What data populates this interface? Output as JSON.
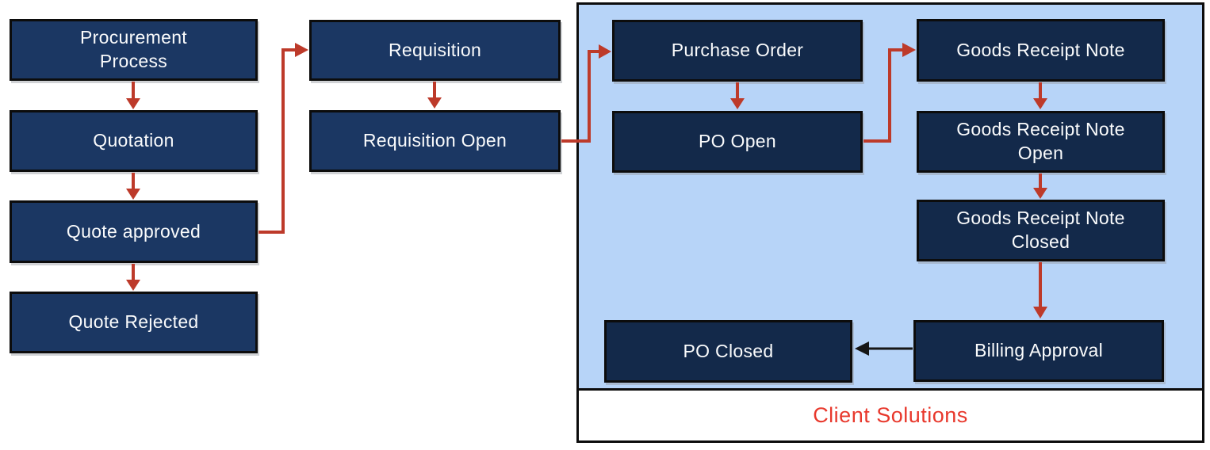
{
  "diagram": {
    "nodes": {
      "procurement_process": {
        "label": "Procurement Process"
      },
      "quotation": {
        "label": "Quotation"
      },
      "quote_approved": {
        "label": "Quote approved"
      },
      "quote_rejected": {
        "label": "Quote Rejected"
      },
      "requisition": {
        "label": "Requisition"
      },
      "requisition_open": {
        "label": "Requisition Open"
      },
      "purchase_order": {
        "label": "Purchase Order"
      },
      "po_open": {
        "label": "PO Open"
      },
      "goods_receipt_note": {
        "label": "Goods Receipt Note"
      },
      "goods_receipt_note_open": {
        "label": "Goods Receipt Note Open"
      },
      "goods_receipt_note_closed": {
        "label": "Goods Receipt Note Closed"
      },
      "po_closed": {
        "label": "PO Closed"
      },
      "billing_approval": {
        "label": "Billing Approval"
      }
    },
    "cluster": {
      "label": "Client Solutions"
    },
    "connections": [
      {
        "from": "procurement_process",
        "to": "quotation",
        "color": "red"
      },
      {
        "from": "quotation",
        "to": "quote_approved",
        "color": "red"
      },
      {
        "from": "quote_approved",
        "to": "quote_rejected",
        "color": "red"
      },
      {
        "from": "quote_approved",
        "to": "requisition",
        "color": "red"
      },
      {
        "from": "requisition",
        "to": "requisition_open",
        "color": "red"
      },
      {
        "from": "requisition_open",
        "to": "purchase_order",
        "color": "red"
      },
      {
        "from": "purchase_order",
        "to": "po_open",
        "color": "red"
      },
      {
        "from": "po_open",
        "to": "goods_receipt_note",
        "color": "red"
      },
      {
        "from": "goods_receipt_note",
        "to": "goods_receipt_note_open",
        "color": "red"
      },
      {
        "from": "goods_receipt_note_open",
        "to": "goods_receipt_note_closed",
        "color": "red"
      },
      {
        "from": "goods_receipt_note_closed",
        "to": "billing_approval",
        "color": "red"
      },
      {
        "from": "billing_approval",
        "to": "po_closed",
        "color": "black"
      }
    ],
    "colors": {
      "box_outer_fill": "#1b3763",
      "box_inner_fill": "#13294a",
      "cluster_bg": "#b7d4f8",
      "border_color": "#0c0c0c",
      "arrow_red": "#bd3a2a",
      "arrow_black": "#161616",
      "footer_label_color": "#e8382c",
      "node_text_color": "#fafbfc"
    }
  }
}
